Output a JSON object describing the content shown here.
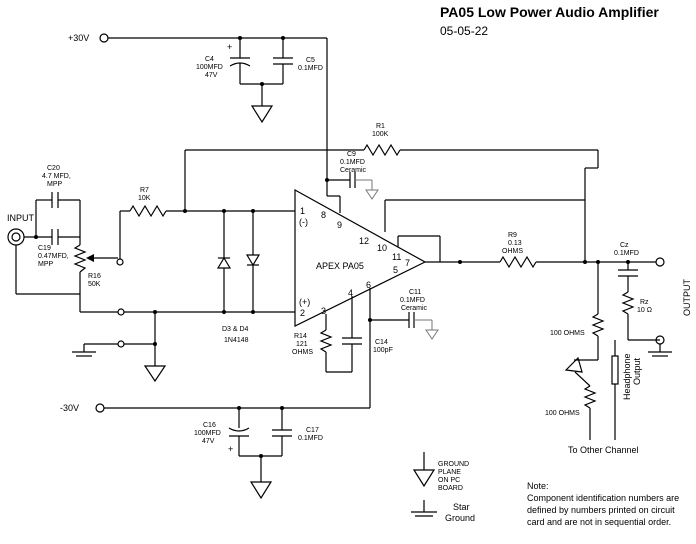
{
  "title": "PA05 Low Power Audio Amplifier",
  "date": "05-05-22",
  "rails": {
    "pos": "+30V",
    "neg": "-30V"
  },
  "opamp": {
    "name": "APEX  PA05",
    "pins": {
      "p1": "1",
      "p1sign": "(-)",
      "p2": "2",
      "p2sign": "(+)",
      "p3": "3",
      "p4": "4",
      "p5": "5",
      "p6": "6",
      "p7": "7",
      "p8": "8",
      "p9": "9",
      "p10": "10",
      "p11": "11",
      "p12": "12"
    }
  },
  "components": {
    "c4": {
      "ref": "C4",
      "value": "100MFD",
      "voltage": "47V",
      "polarity": "+"
    },
    "c5": {
      "ref": "C5",
      "value": "0.1MFD"
    },
    "r1": {
      "ref": "R1",
      "value": "100K"
    },
    "c9": {
      "ref": "C9",
      "value": "0.1MFD",
      "type": "Ceramic"
    },
    "c20": {
      "ref": "C20",
      "value": "4.7 MFD,",
      "type": "MPP"
    },
    "c19": {
      "ref": "C19",
      "value": "0.47MFD,",
      "type": "MPP"
    },
    "r7": {
      "ref": "R7",
      "value": "10K"
    },
    "r16": {
      "ref": "R16",
      "value": "50K"
    },
    "d3d4": {
      "ref": "D3 & D4",
      "value": "1N4148"
    },
    "r9": {
      "ref": "R9",
      "value": "0.13",
      "unit": "OHMS"
    },
    "cz": {
      "ref": "Cz",
      "value": "0.1MFD"
    },
    "rz": {
      "ref": "Rz",
      "value": "10 Ω"
    },
    "c11": {
      "ref": "C11",
      "value": "0.1MFD",
      "type": "Ceramic"
    },
    "r14": {
      "ref": "R14",
      "value": "121",
      "unit": "OHMS"
    },
    "c14": {
      "ref": "C14",
      "value": "100pF"
    },
    "c16": {
      "ref": "C16",
      "value": "100MFD",
      "voltage": "47V",
      "polarity": "+"
    },
    "c17": {
      "ref": "C17",
      "value": "0.1MFD"
    },
    "rhp1": {
      "value": "100 OHMS"
    },
    "rhp2": {
      "value": "100 OHMS"
    }
  },
  "labels": {
    "input": "INPUT",
    "output": "OUTPUT",
    "headphone": "Headphone",
    "headphone_output": "Output",
    "other_channel": "To Other Channel"
  },
  "legend": {
    "gp1": "GROUND",
    "gp2": "PLANE",
    "gp3": "ON PC",
    "gp4": "BOARD",
    "sg1": "Star",
    "sg2": "Ground"
  },
  "note": {
    "heading": "Note:",
    "lines": [
      "Component identification numbers are",
      "defined by numbers printed on circuit",
      "card and are not in sequential order."
    ]
  }
}
